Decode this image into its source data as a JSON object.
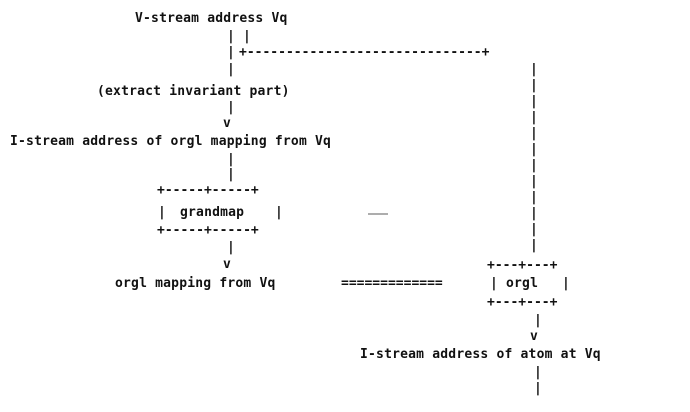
{
  "diagram": {
    "label_vstream": "V-stream address Vq",
    "label_extract": "(extract invariant part)",
    "label_istream_orgl": "I-stream address of orgl mapping from Vq",
    "label_grandmap": "grandmap",
    "label_orgl_mapping": "orgl mapping from Vq",
    "label_equals": "=============",
    "label_orgl": "orgl",
    "label_istream_atom": "I-stream address of atom at Vq"
  },
  "colors": {
    "ink": "#111111",
    "background": "#ffffff"
  }
}
